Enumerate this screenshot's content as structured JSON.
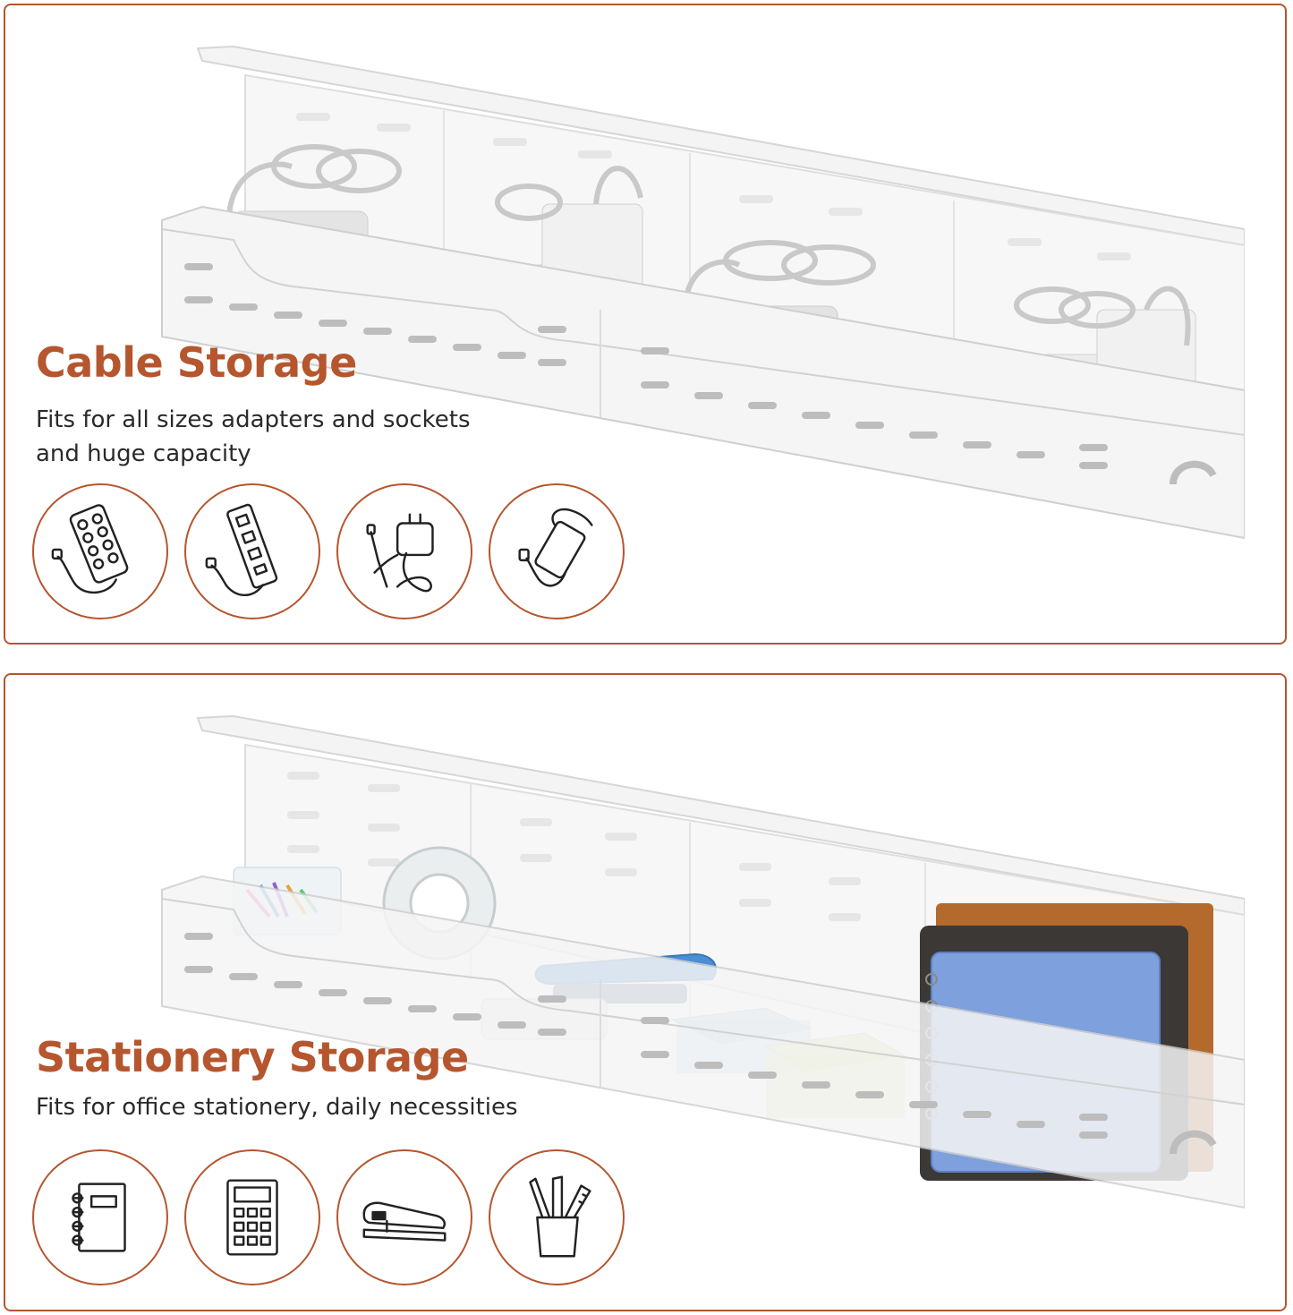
{
  "colors": {
    "accent": "#b5562e",
    "text": "#2a2a2a",
    "tray": "#f3f3f3"
  },
  "cable_section": {
    "title": "Cable Storage",
    "description_lines": [
      "Fits for all sizes adapters and sockets",
      "and huge capacity"
    ],
    "icons": [
      "power-strip-round-sockets-icon",
      "power-strip-long-icon",
      "laptop-adapter-icon",
      "power-brick-adapter-icon"
    ]
  },
  "stationery_section": {
    "title": "Stationery Storage",
    "description_lines": [
      "Fits for office stationery, daily necessities"
    ],
    "icons": [
      "notebook-icon",
      "calculator-icon",
      "stapler-icon",
      "pen-holder-icon"
    ]
  }
}
